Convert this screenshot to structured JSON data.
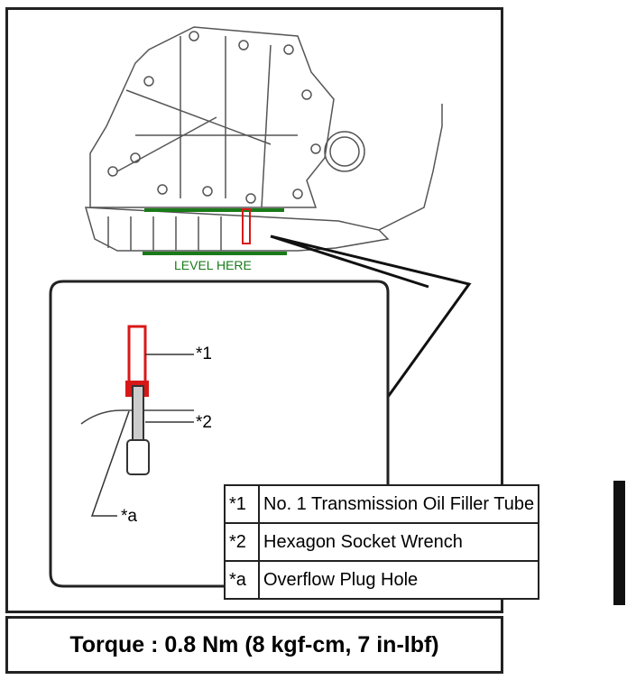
{
  "diagram": {
    "level_label": "LEVEL HERE",
    "callouts": [
      "*1",
      "*2",
      "*a"
    ],
    "colors": {
      "level_line": "#1a7a1a",
      "highlight": "#d81818"
    }
  },
  "legend": [
    {
      "key": "*1",
      "text": "No. 1 Transmission Oil Filler Tube"
    },
    {
      "key": "*2",
      "text": "Hexagon Socket Wrench"
    },
    {
      "key": "*a",
      "text": "Overflow Plug Hole"
    }
  ],
  "torque": "Torque : 0.8 Nm (8 kgf-cm, 7 in-lbf)"
}
